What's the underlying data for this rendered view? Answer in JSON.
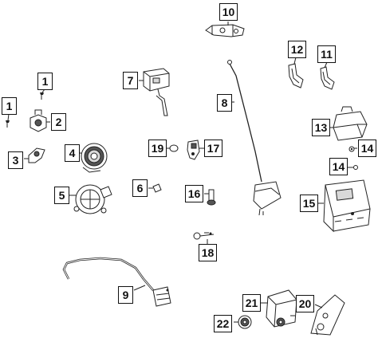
{
  "diagram": {
    "callouts": [
      {
        "id": "c10",
        "label": "10"
      },
      {
        "id": "c12",
        "label": "12"
      },
      {
        "id": "c11",
        "label": "11"
      },
      {
        "id": "c7",
        "label": "7"
      },
      {
        "id": "c8",
        "label": "8"
      },
      {
        "id": "c1a",
        "label": "1"
      },
      {
        "id": "c1b",
        "label": "1"
      },
      {
        "id": "c2",
        "label": "2"
      },
      {
        "id": "c3",
        "label": "3"
      },
      {
        "id": "c4",
        "label": "4"
      },
      {
        "id": "c5",
        "label": "5"
      },
      {
        "id": "c6",
        "label": "6"
      },
      {
        "id": "c19",
        "label": "19"
      },
      {
        "id": "c17",
        "label": "17"
      },
      {
        "id": "c16",
        "label": "16"
      },
      {
        "id": "c13",
        "label": "13"
      },
      {
        "id": "c14a",
        "label": "14"
      },
      {
        "id": "c14b",
        "label": "14"
      },
      {
        "id": "c15",
        "label": "15"
      },
      {
        "id": "c18",
        "label": "18"
      },
      {
        "id": "c9",
        "label": "9"
      },
      {
        "id": "c21",
        "label": "21"
      },
      {
        "id": "c20",
        "label": "20"
      },
      {
        "id": "c22",
        "label": "22"
      }
    ]
  }
}
